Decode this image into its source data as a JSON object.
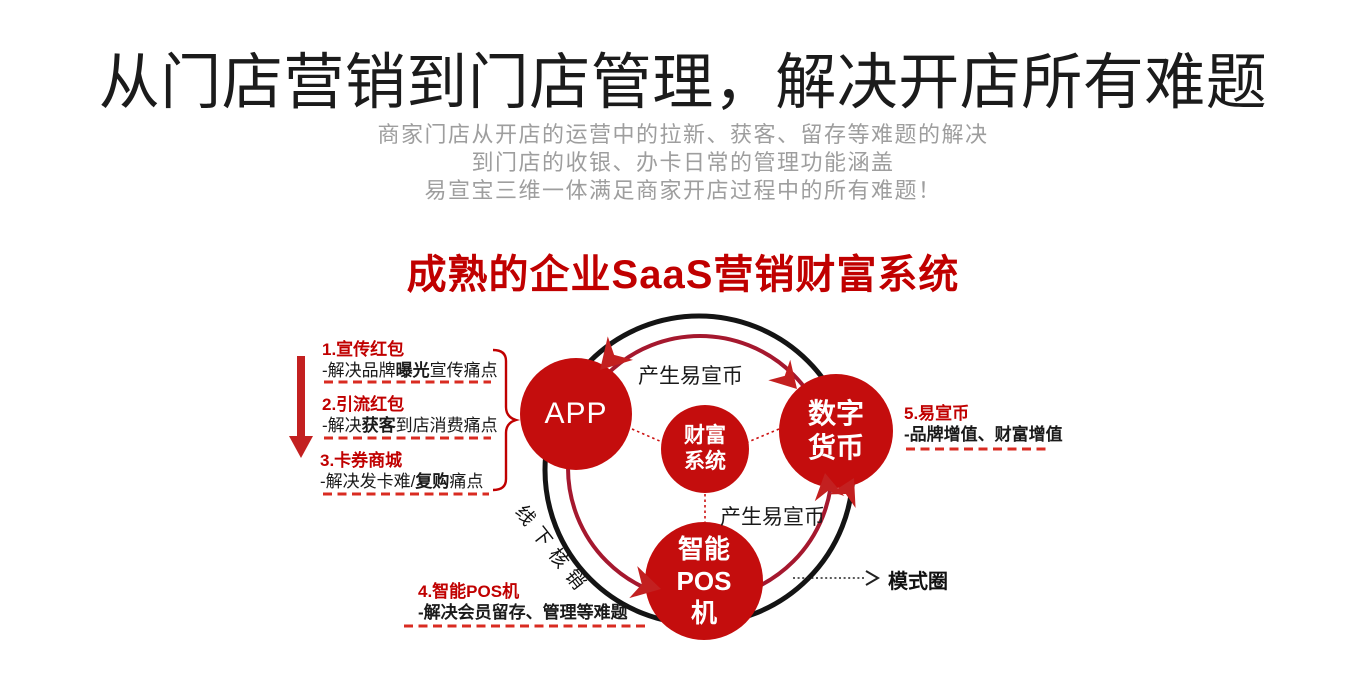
{
  "colors": {
    "accent-red": "#c00000",
    "circle-red": "#c40d0d",
    "ring-black": "#141414",
    "ring-crimson": "#a5182e",
    "arrow-red": "#c32020",
    "dash-red": "#d92b21",
    "subtitle-gray": "#9e9e9e"
  },
  "header": {
    "title": "从门店营销到门店管理，解决开店所有难题",
    "subtitle_lines": [
      "商家门店从开店的运营中的拉新、获客、留存等难题的解决",
      "到门店的收银、办卡日常的管理功能涵盖",
      "易宣宝三维一体满足商家开店过程中的所有难题！"
    ],
    "section_title": "成熟的企业SaaS营销财富系统"
  },
  "diagram": {
    "nodes": {
      "app": {
        "label": "APP"
      },
      "wealth": {
        "line1": "财富",
        "line2": "系统"
      },
      "currency": {
        "line1": "数字",
        "line2": "货币"
      },
      "pos": {
        "line1": "智能",
        "line2": "POS",
        "line3": "机"
      }
    },
    "labels": {
      "produce_top": "产生易宣币",
      "produce_bottom": "产生易宣币",
      "offline_verify": "线下核销",
      "mode_circle": "模式圈"
    },
    "callouts": [
      {
        "title": "1.宣传红包",
        "desc_pre": "-解决品牌",
        "desc_bold": "曝光",
        "desc_post": "宣传痛点"
      },
      {
        "title": "2.引流红包",
        "desc_pre": "-解决",
        "desc_bold": "获客",
        "desc_post": "到店消费痛点"
      },
      {
        "title": "3.卡券商城",
        "desc_pre": "-解决发卡难/",
        "desc_bold": "复购",
        "desc_post": "痛点"
      },
      {
        "title": "4.智能POS机",
        "desc_pre": "",
        "desc_bold": "-解决会员留存、管理等难题",
        "desc_post": ""
      },
      {
        "title": "5.易宣币",
        "desc_pre": "",
        "desc_bold": "-品牌增值、财富增值",
        "desc_post": ""
      }
    ]
  }
}
